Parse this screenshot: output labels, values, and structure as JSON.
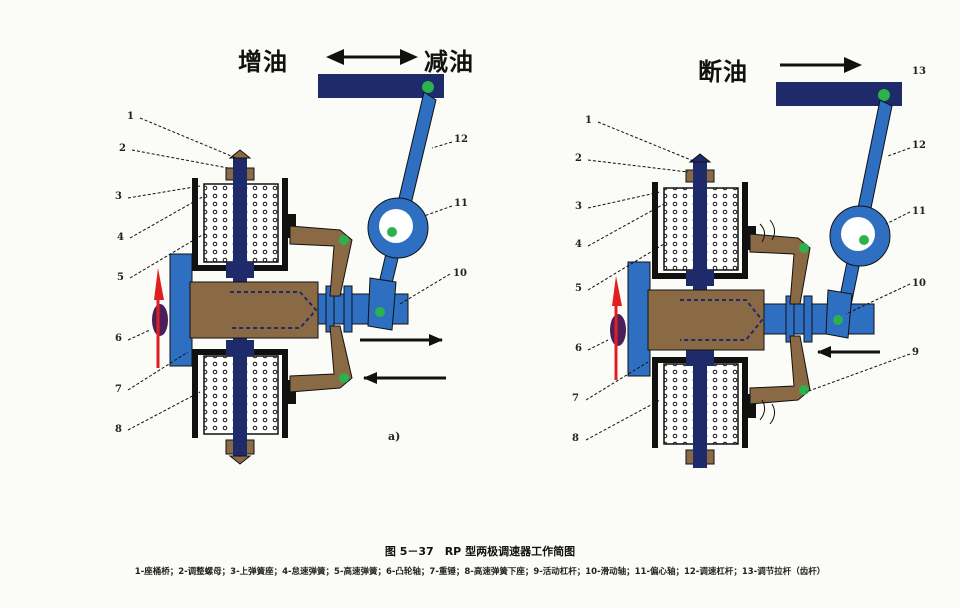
{
  "headings": {
    "increase": "增油",
    "decrease": "减油",
    "cutoff": "断油"
  },
  "panel_a_label": "a)",
  "callouts_left": [
    "1",
    "2",
    "3",
    "4",
    "5",
    "6",
    "7",
    "8",
    "10",
    "11",
    "12"
  ],
  "callouts_right": [
    "13",
    "1",
    "2",
    "3",
    "4",
    "5",
    "6",
    "7",
    "8",
    "9",
    "10",
    "11",
    "12"
  ],
  "caption": "图 5－37　RP 型两极调速器工作简图",
  "legend": "1-座桶桥；2-调整螺母；3-上弹簧座；4-怠速弹簧；5-高速弹簧；6-凸轮轴；7-重锤；8-高速弹簧下座；9-活动杠杆；10-滑动轴；11-偏心轴；12-调速杠杆；13-调节拉杆（齿杆）",
  "colors": {
    "blue": "#2e6fc2",
    "navy": "#1f2a6b",
    "brown": "#8a6a45",
    "red": "#e02020",
    "purple": "#4b1f5a",
    "green": "#2bb24c"
  }
}
